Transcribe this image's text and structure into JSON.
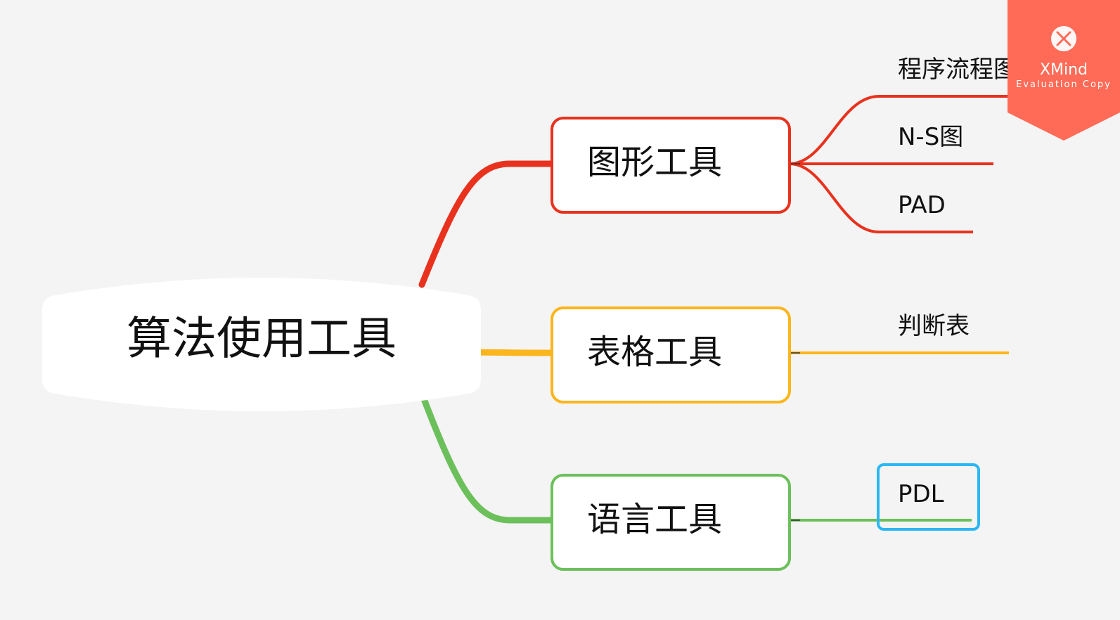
{
  "root": {
    "label": "算法使用工具"
  },
  "branches": [
    {
      "label": "图形工具",
      "color": "#e8321e",
      "children": [
        "程序流程图",
        "N-S图",
        "PAD"
      ]
    },
    {
      "label": "表格工具",
      "color": "#fbb51d",
      "children": [
        "判断表"
      ]
    },
    {
      "label": "语言工具",
      "color": "#6cc05b",
      "children": [
        "PDL"
      ]
    }
  ],
  "highlight_color": "#2bb7f4",
  "watermark": {
    "title": "XMind",
    "subtitle": "Evaluation Copy",
    "color": "#ff6b57",
    "icon": "close-circle-icon"
  }
}
